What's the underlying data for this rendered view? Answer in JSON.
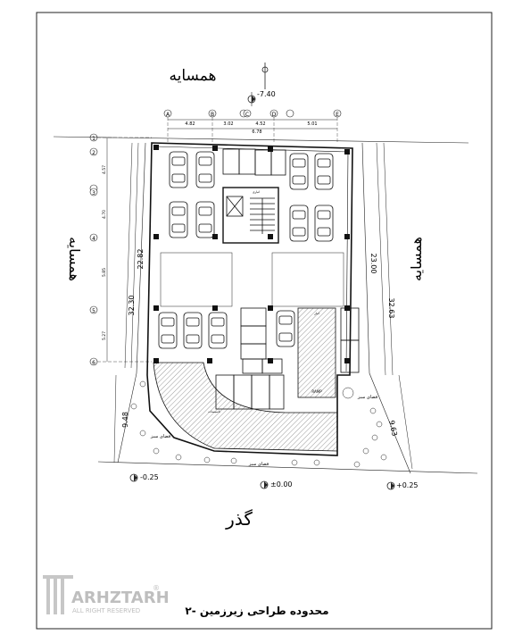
{
  "neighbor_top": "همسایه",
  "neighbor_left": "همسایه",
  "neighbor_right": "همسایه",
  "street": "گذر",
  "title": "محدوده طراحی زیرزمین -۲",
  "level_top": "-7.40",
  "level_bottom_left": "-0.25",
  "level_bottom_center": "±0.00",
  "level_bottom_right": "+0.25",
  "grid_cols": [
    "A",
    "B",
    "C",
    "D",
    "E"
  ],
  "grid_rows": [
    "1",
    "2",
    "3",
    "4",
    "5",
    "6"
  ],
  "dim_top": [
    "4.82",
    "3.02",
    "4.52",
    "5.01"
  ],
  "dim_top_total": "6.78",
  "dim_left_total": "32.30",
  "dim_left_inner": "22.82",
  "dim_right_total": "32.63",
  "dim_right_inner": "23.00",
  "dim_bottom_left": "9.48",
  "dim_bottom_right": "9.63",
  "dim_left_rows": [
    "4.57",
    "4.70",
    "5.85",
    "5.27"
  ],
  "ramp_label": "RAMP",
  "rooms": [
    "انباری",
    "انبار",
    "تاسیسات"
  ],
  "planter_labels": [
    "فضای سبز",
    "فضای سبز",
    "فضای سبز"
  ],
  "watermark_brand": "ARHZTARH",
  "watermark_sub": "ALL RIGHT RESERVED",
  "watermark_symbol": "®"
}
